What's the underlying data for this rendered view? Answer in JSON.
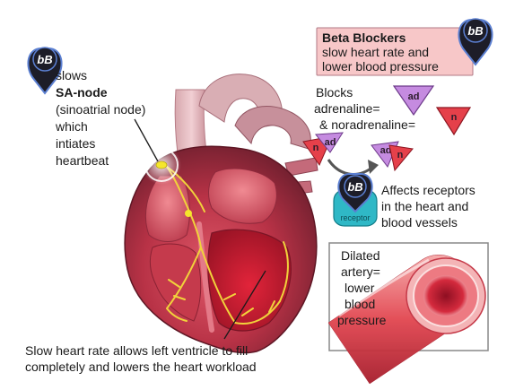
{
  "badge_label": "bB",
  "sa_node": {
    "line1": "slows",
    "line2": "SA-node",
    "line3": "(sinoatrial node)",
    "line4": "which",
    "line5": "intiates",
    "line6": "heartbeat"
  },
  "info_box": {
    "title": "Beta Blockers",
    "line1": "slow heart rate and",
    "line2": "lower blood pressure"
  },
  "blocks": {
    "line1": "Blocks",
    "line2": "adrenaline=",
    "line3": "& noradrenaline="
  },
  "tokens": {
    "adrenaline": "ad",
    "noradrenaline": "n",
    "receptor": "receptor"
  },
  "receptors": {
    "line1": "Affects receptors",
    "line2": "in the heart and",
    "line3": "blood vessels"
  },
  "artery": {
    "line1": "Dilated",
    "line2": "artery=",
    "line3": "lower",
    "line4": "blood",
    "line5": "pressure"
  },
  "caption": {
    "line1": "Slow heart rate allows left ventricle to fill",
    "line2": "completely and lowers the heart workload"
  },
  "colors": {
    "info_box_fill": "#f7c7c8",
    "adrenaline_purple": "#c58be0",
    "noradrenaline_red": "#e5404a",
    "badge_dark": "#1d1d28",
    "receptor_teal": "#2fb8c6"
  }
}
